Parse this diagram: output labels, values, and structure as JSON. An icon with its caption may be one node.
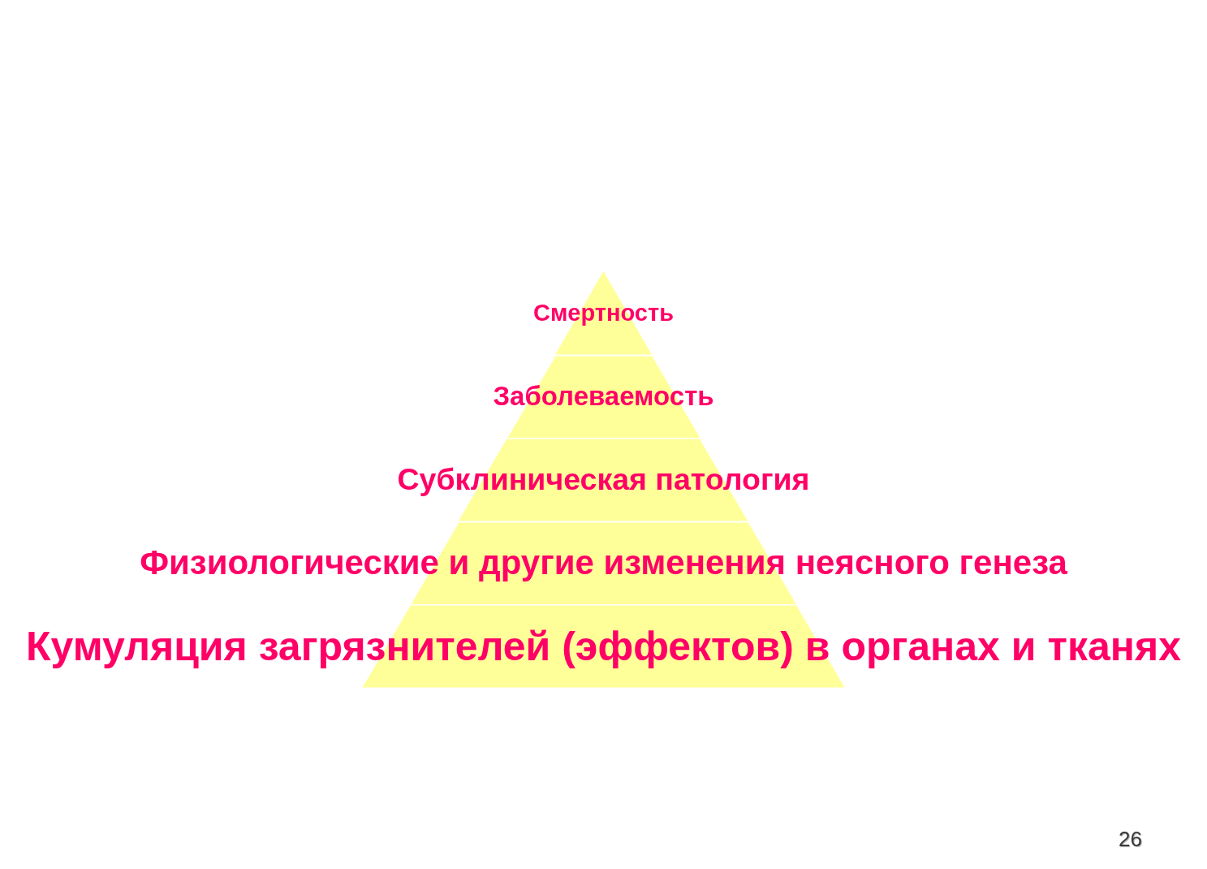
{
  "diagram": {
    "nodes": [
      {
        "text": [
          "Смертность"
        ]
      },
      {
        "text": [
          "Заболеваемость"
        ]
      },
      {
        "text": [
          "Субклиническая патология"
        ]
      },
      {
        "text": [
          "Физиологические и другие изменения неясного генеза"
        ]
      },
      {
        "text": [
          "Кумуляция загрязнителей (эффектов) в органах и тканях"
        ]
      }
    ],
    "labels": [
      "26"
    ]
  }
}
